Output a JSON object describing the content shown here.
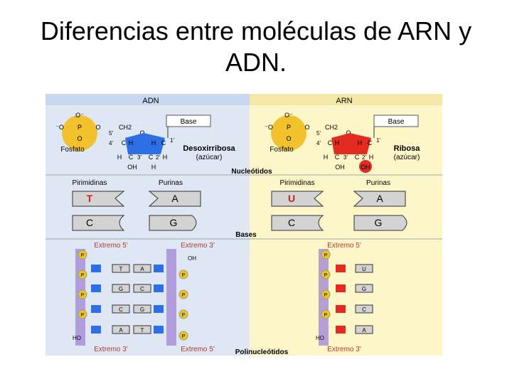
{
  "slide": {
    "title_line1": "Diferencias entre moléculas de ARN y",
    "title_line2": "ADN."
  },
  "figure": {
    "header_left": "ADN",
    "header_right": "ARN",
    "nucleotidos": {
      "section_label": "Nucleótidos",
      "phosphate_O_minus": "O⁻",
      "phosphate_P": "P",
      "phosphate_O": "O",
      "phosphate_side_O_minus": "⁻O",
      "fosfato_label": "Fosfato",
      "base_label": "Base",
      "ch2": "CH2",
      "five_prime": "5'",
      "four_prime": "4'",
      "three_prime": "3'",
      "two_prime": "2'",
      "one_prime": "1'",
      "ring_O": "O",
      "C": "C",
      "H": "H",
      "OH": "OH",
      "dna_sugar_name": "Desoxirribosa",
      "rna_sugar_name": "Ribosa",
      "azucar": "(azúcar)"
    },
    "bases": {
      "section_label": "Bases",
      "pirimidinas": "Pirimidinas",
      "purinas": "Purinas",
      "dna": {
        "pyr": [
          "T",
          "C"
        ],
        "pur": [
          "A",
          "G"
        ]
      },
      "rna": {
        "pyr": [
          "U",
          "C"
        ],
        "pur": [
          "A",
          "G"
        ]
      }
    },
    "polinucleotidos": {
      "section_label": "Polinucleótidos",
      "extremo_5": "Extremo 5'",
      "extremo_3": "Extremo 3'",
      "ho": "HO",
      "oh": "OH",
      "p": "P",
      "dna_left_bases": [
        "T",
        "G",
        "C",
        "A"
      ],
      "dna_right_bases": [
        "A",
        "C",
        "G",
        "T"
      ],
      "rna_bases": [
        "U",
        "G",
        "C",
        "A"
      ]
    },
    "colors": {
      "dna_bg": "#dfe7f5",
      "rna_bg": "#fdf6c8",
      "header_bg": "#c9d7ef",
      "phosphate": "#f2c12e",
      "deoxyribose": "#2f6fe6",
      "ribose": "#e32b22",
      "backbone": "#a58ad6",
      "base_box": "#d3d3d3"
    }
  }
}
